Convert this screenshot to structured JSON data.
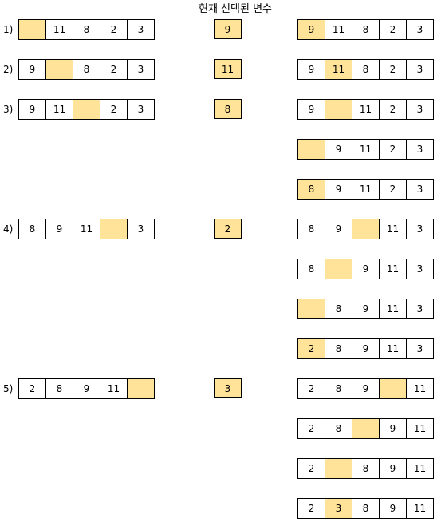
{
  "title": "현재 선택된 변수",
  "colors": {
    "highlight": "#ffe399",
    "border": "#000000",
    "cell": "#ffffff"
  },
  "steps": [
    {
      "label": "1)",
      "array": [
        "",
        "11",
        "8",
        "2",
        "3"
      ],
      "highlight": 0,
      "selected": "9"
    },
    {
      "label": "2)",
      "array": [
        "9",
        "",
        "8",
        "2",
        "3"
      ],
      "highlight": 1,
      "selected": "11"
    },
    {
      "label": "3)",
      "array": [
        "9",
        "11",
        "",
        "2",
        "3"
      ],
      "highlight": 2,
      "selected": "8"
    },
    {
      "label": "4)",
      "array": [
        "8",
        "9",
        "11",
        "",
        "3"
      ],
      "highlight": 3,
      "selected": "2"
    },
    {
      "label": "5)",
      "array": [
        "2",
        "8",
        "9",
        "11",
        ""
      ],
      "highlight": 4,
      "selected": "3"
    }
  ],
  "progress": [
    {
      "array": [
        "9",
        "11",
        "8",
        "2",
        "3"
      ],
      "highlight": 0
    },
    {
      "array": [
        "9",
        "11",
        "8",
        "2",
        "3"
      ],
      "highlight": 1
    },
    {
      "array": [
        "9",
        "",
        "11",
        "2",
        "3"
      ],
      "highlight": 1
    },
    {
      "array": [
        "",
        "9",
        "11",
        "2",
        "3"
      ],
      "highlight": 0
    },
    {
      "array": [
        "8",
        "9",
        "11",
        "2",
        "3"
      ],
      "highlight": 0
    },
    {
      "array": [
        "8",
        "9",
        "",
        "11",
        "3"
      ],
      "highlight": 2
    },
    {
      "array": [
        "8",
        "",
        "9",
        "11",
        "3"
      ],
      "highlight": 1
    },
    {
      "array": [
        "",
        "8",
        "9",
        "11",
        "3"
      ],
      "highlight": 0
    },
    {
      "array": [
        "2",
        "8",
        "9",
        "11",
        "3"
      ],
      "highlight": 0
    },
    {
      "array": [
        "2",
        "8",
        "9",
        "",
        "11"
      ],
      "highlight": 3
    },
    {
      "array": [
        "2",
        "8",
        "",
        "9",
        "11"
      ],
      "highlight": 2
    },
    {
      "array": [
        "2",
        "",
        "8",
        "9",
        "11"
      ],
      "highlight": 1
    },
    {
      "array": [
        "2",
        "3",
        "8",
        "9",
        "11"
      ],
      "highlight": 1
    }
  ]
}
